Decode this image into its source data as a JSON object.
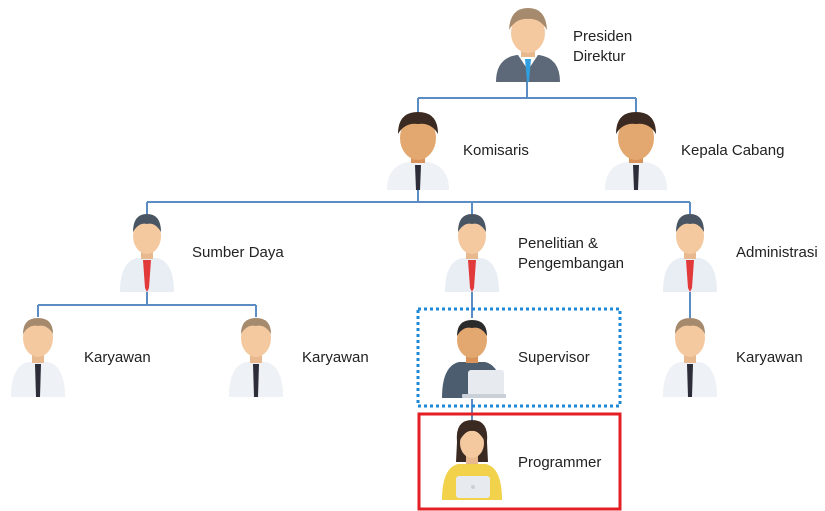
{
  "nodes": {
    "presiden": {
      "line1": "Presiden",
      "line2": "Direktur"
    },
    "komisaris": {
      "label": "Komisaris"
    },
    "kepala_cabang": {
      "label": "Kepala Cabang"
    },
    "sumber_daya": {
      "label": "Sumber Daya"
    },
    "penelitian": {
      "line1": "Penelitian &",
      "line2": "Pengembangan"
    },
    "administrasi": {
      "label": "Administrasi"
    },
    "karyawan_1": {
      "label": "Karyawan"
    },
    "karyawan_2": {
      "label": "Karyawan"
    },
    "supervisor": {
      "label": "Supervisor"
    },
    "karyawan_3": {
      "label": "Karyawan"
    },
    "programmer": {
      "label": "Programmer"
    }
  },
  "colors": {
    "connector": "#5b8cc4",
    "supervisor_highlight": "#1e88d6",
    "programmer_highlight": "#e31e24",
    "skin": "#f4c9a0",
    "dark_skin": "#e3a86f",
    "hair_light": "#a68a6d",
    "hair_dark": "#3b2a22",
    "shirt": "#eef1f5",
    "tie_red": "#e23a3a",
    "tie_dark": "#2d2d3a",
    "suit": "#5d6978",
    "sup_shirt": "#4b5d6e",
    "laptop": "#e7ebef",
    "female_top": "#f2d14b"
  }
}
